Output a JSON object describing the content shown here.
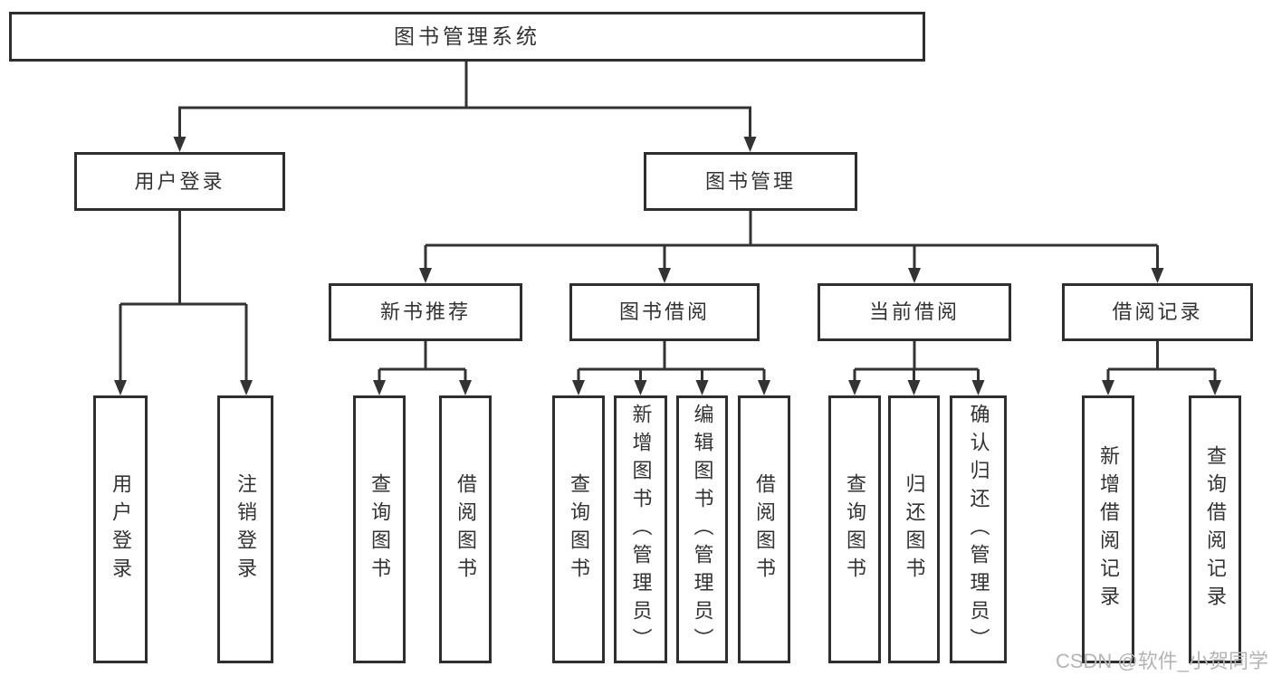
{
  "colors": {
    "line": "#333333",
    "box_border": "#2e2e2e",
    "text": "#333333",
    "background": "#ffffff",
    "watermark": "#b4b4b4"
  },
  "watermark": {
    "text": "CSDN @软件_小贺同学"
  },
  "tree": {
    "root": {
      "label": "图书管理系统"
    },
    "branches": [
      {
        "label": "用户登录",
        "children": [
          {
            "label": "用户登录"
          },
          {
            "label": "注销登录"
          }
        ]
      },
      {
        "label": "图书管理",
        "children": [
          {
            "label": "新书推荐",
            "children": [
              {
                "label": "查询图书"
              },
              {
                "label": "借阅图书"
              }
            ]
          },
          {
            "label": "图书借阅",
            "children": [
              {
                "label": "查询图书"
              },
              {
                "label": "新增图书（管理员）"
              },
              {
                "label": "编辑图书（管理员）"
              },
              {
                "label": "借阅图书"
              }
            ]
          },
          {
            "label": "当前借阅",
            "children": [
              {
                "label": "查询图书"
              },
              {
                "label": "归还图书"
              },
              {
                "label": "确认归还（管理员）"
              }
            ]
          },
          {
            "label": "借阅记录",
            "children": [
              {
                "label": "新增借阅记录"
              },
              {
                "label": "查询借阅记录"
              }
            ]
          }
        ]
      }
    ]
  }
}
